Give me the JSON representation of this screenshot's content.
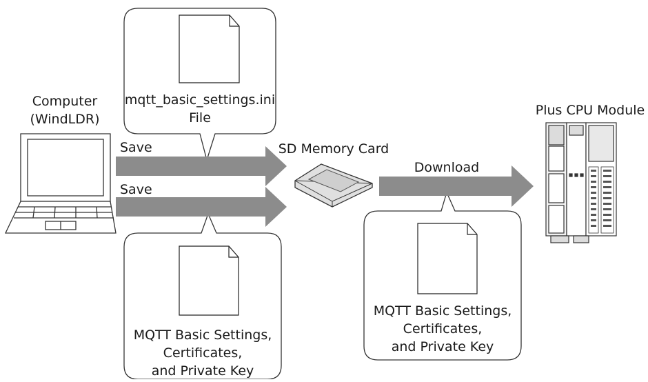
{
  "computer": {
    "line1": "Computer",
    "line2": "(WindLDR)"
  },
  "arrows": {
    "save_top": "Save",
    "save_bottom": "Save",
    "download": "Download"
  },
  "sd_card": {
    "label": "SD Memory Card"
  },
  "plc": {
    "label": "Plus CPU Module"
  },
  "callout_top": {
    "line1": "mqtt_basic_settings.ini",
    "line2": "File"
  },
  "callout_bottom_left": {
    "line1": "MQTT Basic Settings,",
    "line2": "Certificates,",
    "line3": "and Private Key"
  },
  "callout_bottom_right": {
    "line1": "MQTT Basic Settings,",
    "line2": "Certificates,",
    "line3": "and Private Key"
  },
  "colors": {
    "arrow": "#8c8c8c",
    "outline": "#333333",
    "fill": "#ffffff"
  }
}
